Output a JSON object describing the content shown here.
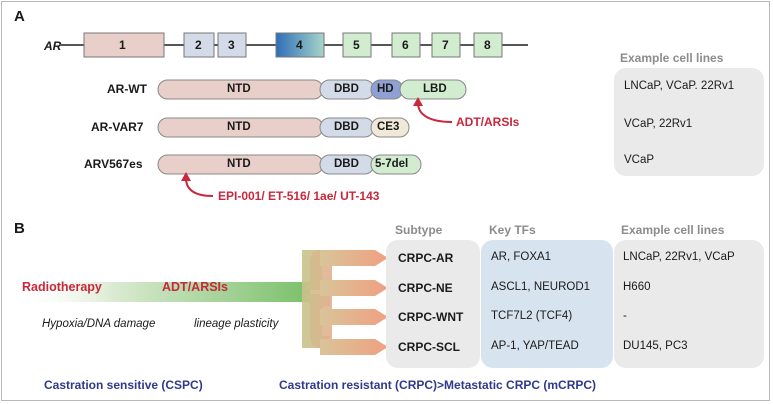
{
  "panelA": {
    "label": "A",
    "gene": "AR",
    "exons": [
      "1",
      "2",
      "3",
      "4",
      "5",
      "6",
      "7",
      "8"
    ],
    "cell_lines_header": "Example cell lines",
    "variants": [
      {
        "name": "AR-WT",
        "domains": [
          "NTD",
          "DBD",
          "HD",
          "LBD"
        ],
        "cell_lines": "LNCaP, VCaP. 22Rv1"
      },
      {
        "name": "AR-VAR7",
        "domains": [
          "NTD",
          "DBD",
          "CE3"
        ],
        "cell_lines": "VCaP, 22Rv1"
      },
      {
        "name": "ARV567es",
        "domains": [
          "NTD",
          "DBD",
          "5-7del"
        ],
        "cell_lines": "VCaP"
      }
    ],
    "adt_label": "ADT/ARSIs",
    "ntd_inhibitors": "EPI-001/ ET-516/ 1ae/ UT-143"
  },
  "panelB": {
    "label": "B",
    "subtype_header": "Subtype",
    "tfs_header": "Key TFs",
    "cell_lines_header": "Example cell lines",
    "rows": [
      {
        "subtype": "CRPC-AR",
        "tfs": "AR, FOXA1",
        "cell_lines": "LNCaP, 22Rv1, VCaP"
      },
      {
        "subtype": "CRPC-NE",
        "tfs": "ASCL1, NEUROD1",
        "cell_lines": "H660"
      },
      {
        "subtype": "CRPC-WNT",
        "tfs": "TCF7L2 (TCF4)",
        "cell_lines": "-"
      },
      {
        "subtype": "CRPC-SCL",
        "tfs": "AP-1, YAP/TEAD",
        "cell_lines": "DU145, PC3"
      }
    ],
    "radiotherapy": "Radiotherapy",
    "adt": "ADT/ARSIs",
    "hypoxia": "Hypoxia/DNA damage",
    "lineage": "lineage plasticity",
    "cspc": "Castration sensitive (CSPC)",
    "crpc": "Castration resistant (CRPC)>Metastatic CRPC (mCRPC)"
  },
  "colors": {
    "red": "#c8283c",
    "navy": "#2e3a8c",
    "ntd": "#e8cfca",
    "dbd": "#d4dbe8",
    "hd": "#8fa0d4",
    "lbd": "#d2ecd0",
    "ce3": "#f1e9d8",
    "exon4": "#3f7fc4"
  }
}
